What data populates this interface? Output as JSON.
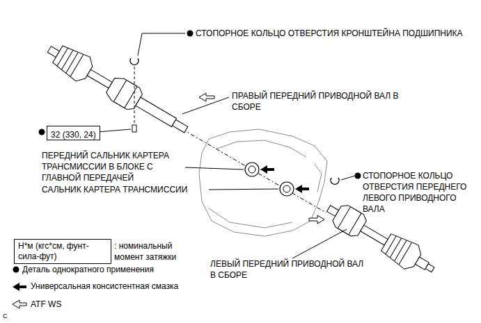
{
  "diagram": {
    "nodes": [
      {
        "text": [
          "32 (330, 24)"
        ]
      },
      {
        "text": [
          "Н*м (кгс*см, фунт-сила-фут)"
        ]
      }
    ],
    "labels": [
      "СТОПОРНОЕ КОЛЬЦО ОТВЕРСТИЯ КРОНШТЕЙНА ПОДШИПНИКА",
      "ПРАВЫЙ ПЕРЕДНИЙ ПРИВОДНОЙ ВАЛ В СБОРЕ",
      "ПЕРЕДНИЙ САЛЬНИК КАРТЕРА ТРАНСМИССИИ В БЛОКЕ С ГЛАВНОЙ ПЕРЕДАЧЕЙ",
      "САЛЬНИК КАРТЕРА ТРАНСМИССИИ",
      "СТОПОРНОЕ КОЛЬЦО ОТВЕРСТИЯ ПЕРЕДНЕГО ЛЕВОГО ПРИВОДНОГО ВАЛА",
      "ЛЕВЫЙ ПЕРЕДНИЙ ПРИВОДНОЙ ВАЛ В СБОРЕ",
      "C"
    ],
    "legend": [
      {
        "text": ": номинальный момент затяжки"
      },
      {
        "text": "Деталь однократного применения"
      },
      {
        "text": "Универсальная консистентная смазка"
      },
      {
        "text": "ATF WS"
      }
    ]
  }
}
